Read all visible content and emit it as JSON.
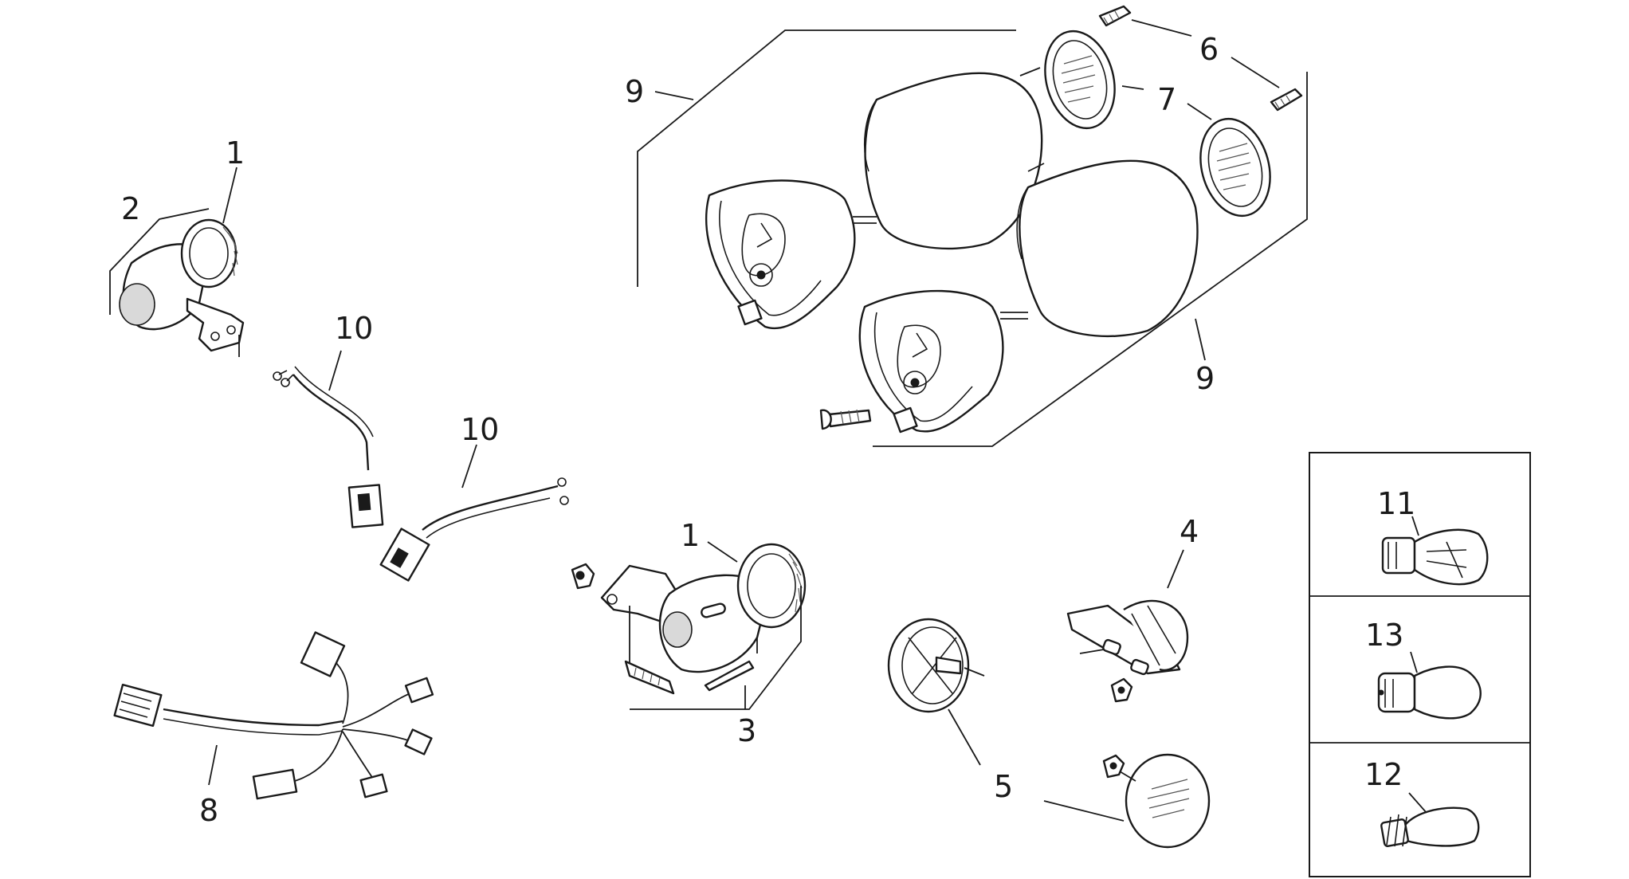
{
  "callouts": {
    "c1a": "1",
    "c2": "2",
    "c10a": "10",
    "c10b": "10",
    "c8": "8",
    "c1b": "1",
    "c3": "3",
    "c9a": "9",
    "c9b": "9",
    "c6": "6",
    "c7": "7",
    "c4": "4",
    "c5": "5",
    "c11": "11",
    "c13": "13",
    "c12": "12"
  }
}
